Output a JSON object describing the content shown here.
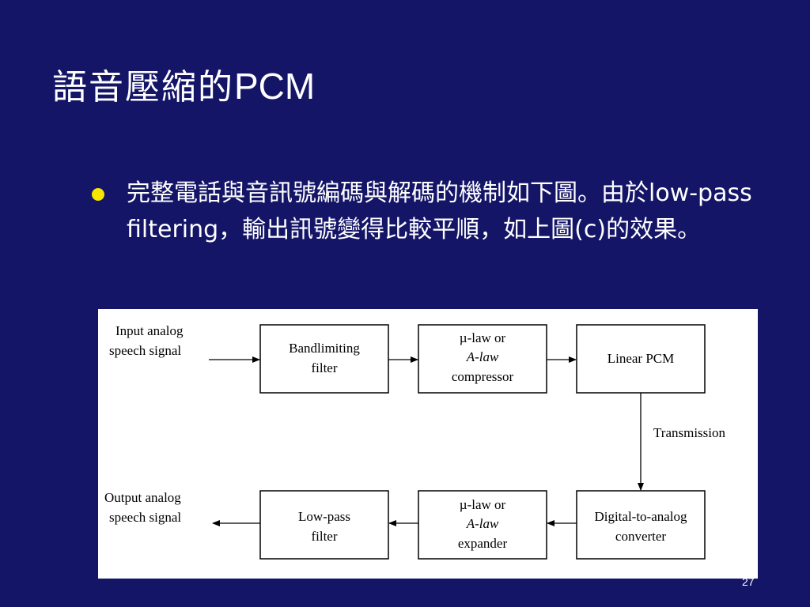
{
  "slide": {
    "title_cjk": "語音壓縮的",
    "title_latin": "PCM",
    "bullet_text": "完整電話與音訊號編碼與解碼的機制如下圖。由於low-pass filtering，輸出訊號變得比較平順，如上圖(c)的效果。",
    "page_number": "27",
    "colors": {
      "background": "#151568",
      "bullet": "#f7e600",
      "text": "#ffffff"
    }
  },
  "diagram": {
    "input_label": [
      "Input analog",
      "speech signal"
    ],
    "output_label": [
      "Output analog",
      "speech signal"
    ],
    "transmission_label": "Transmission",
    "top_blocks": [
      {
        "lines": [
          "Bandlimiting",
          "filter"
        ]
      },
      {
        "lines": [
          "µ-law or",
          "A-law",
          "compressor"
        ]
      },
      {
        "lines": [
          "Linear PCM"
        ]
      }
    ],
    "bottom_blocks": [
      {
        "lines": [
          "Low-pass",
          "filter"
        ]
      },
      {
        "lines": [
          "µ-law or",
          "A-law",
          "expander"
        ]
      },
      {
        "lines": [
          "Digital-to-analog",
          "converter"
        ]
      }
    ]
  }
}
